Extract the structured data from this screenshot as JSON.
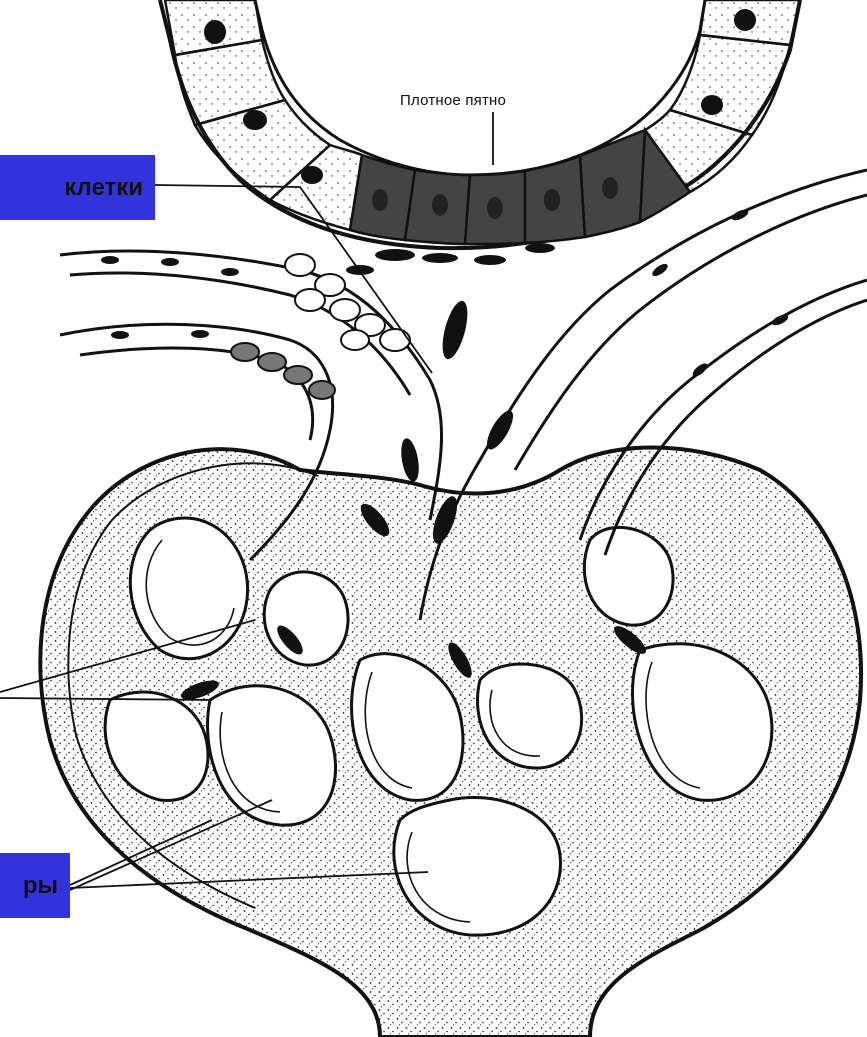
{
  "labels": {
    "macula_densa": "Плотное пятно",
    "cells_fragment": "клетки",
    "lower_fragment": "ры"
  },
  "colors": {
    "label_box": "#3333dd",
    "ink": "#111111",
    "dark_cells": "#444444",
    "stipple": "#ffffff"
  }
}
